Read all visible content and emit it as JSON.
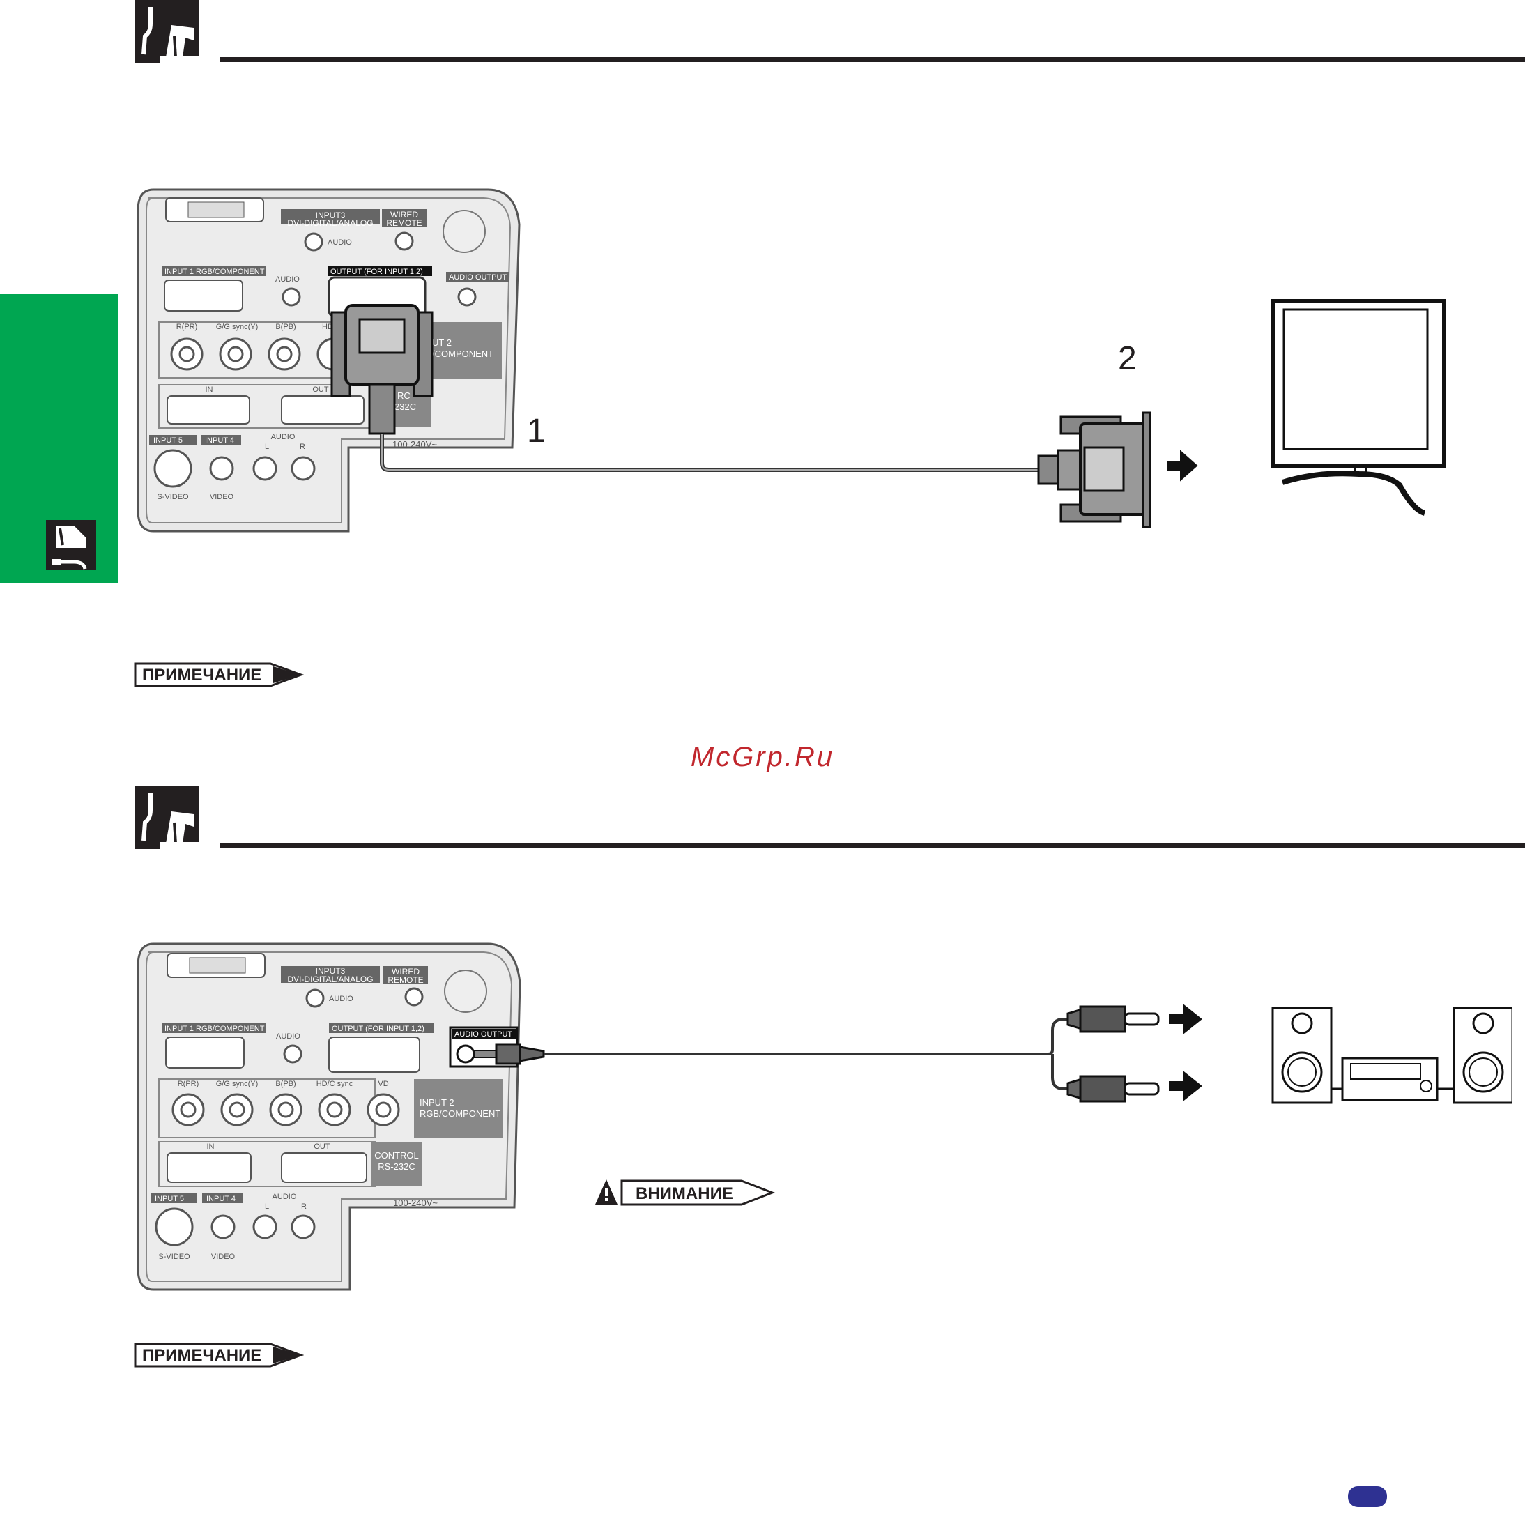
{
  "watermark": "McGrp.Ru",
  "note_label": "ПРИМЕЧАНИЕ",
  "caution_label": "ВНИМАНИЕ",
  "top_diagram": {
    "callout_1": "1",
    "callout_2": "2"
  },
  "panel": {
    "input3_line1": "INPUT3",
    "input3_line2": "DVI-DIGITAL/ANALOG",
    "audio_in": "AUDIO",
    "wired_line1": "WIRED",
    "wired_line2": "REMOTE",
    "input1": "INPUT 1  RGB/COMPONENT",
    "audio": "AUDIO",
    "output": "OUTPUT (FOR INPUT 1,2)",
    "audio_output": "AUDIO OUTPUT",
    "r_pr": "R(PR)",
    "g_sync": "G/G sync(Y)",
    "b_pb": "B(PB)",
    "hd_sync": "HD/C sync",
    "vd": "VD",
    "input2_line1": "INPUT 2",
    "input2_line2": "RGB/COMPONENT",
    "in": "IN",
    "out": "OUT",
    "control_line1": "CONTROL",
    "control_line2": "RS-232C",
    "input5": "INPUT 5",
    "input4": "INPUT 4",
    "audio_lr": "AUDIO",
    "left": "L",
    "right": "R",
    "svideo": "S-VIDEO",
    "video": "VIDEO",
    "voltage": "100-240V~"
  },
  "top_panel_partial": {
    "input2_line1": "UT 2",
    "input2_line2": "/COMPONENT",
    "hd_partial": "HD/",
    "rs_partial_1": "RC",
    "rs_partial_2": "232C"
  }
}
